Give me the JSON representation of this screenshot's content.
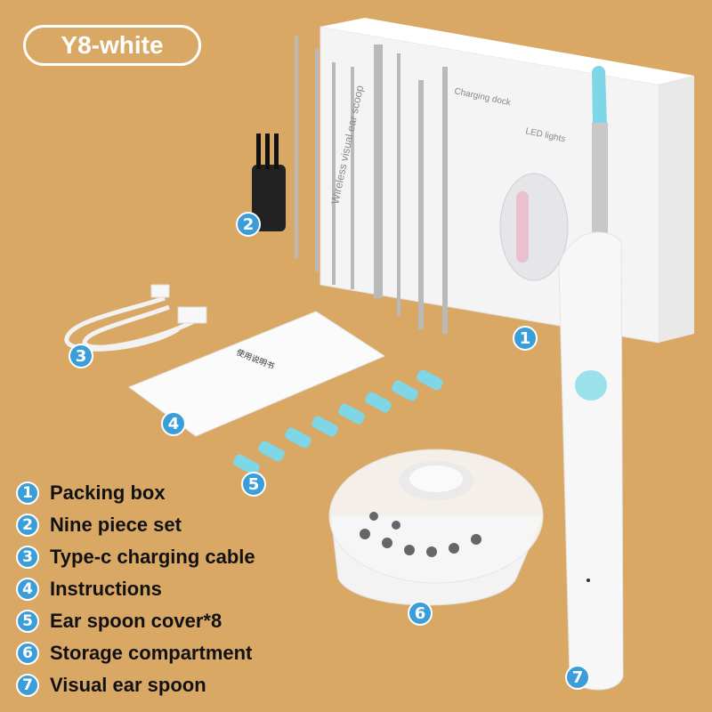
{
  "title_badge": "Y8-white",
  "box_texts": {
    "side_text": "Wireless visual ear scoop",
    "top_text_1": "Charging dock",
    "top_text_2": "LED lights"
  },
  "instructions_text": "使用说明书",
  "callouts": [
    "1",
    "2",
    "3",
    "4",
    "5",
    "6",
    "7"
  ],
  "legend": [
    {
      "num": "1",
      "label": "Packing box"
    },
    {
      "num": "2",
      "label": "Nine piece set"
    },
    {
      "num": "3",
      "label": "Type-c charging cable"
    },
    {
      "num": "4",
      "label": "Instructions"
    },
    {
      "num": "5",
      "label": "Ear spoon cover*8"
    },
    {
      "num": "6",
      "label": "Storage compartment"
    },
    {
      "num": "7",
      "label": "Visual ear spoon"
    }
  ],
  "colors": {
    "background": "#d9a865",
    "accent_blue": "#3b9ed8",
    "spoon_tip": "#7fd6e6"
  }
}
